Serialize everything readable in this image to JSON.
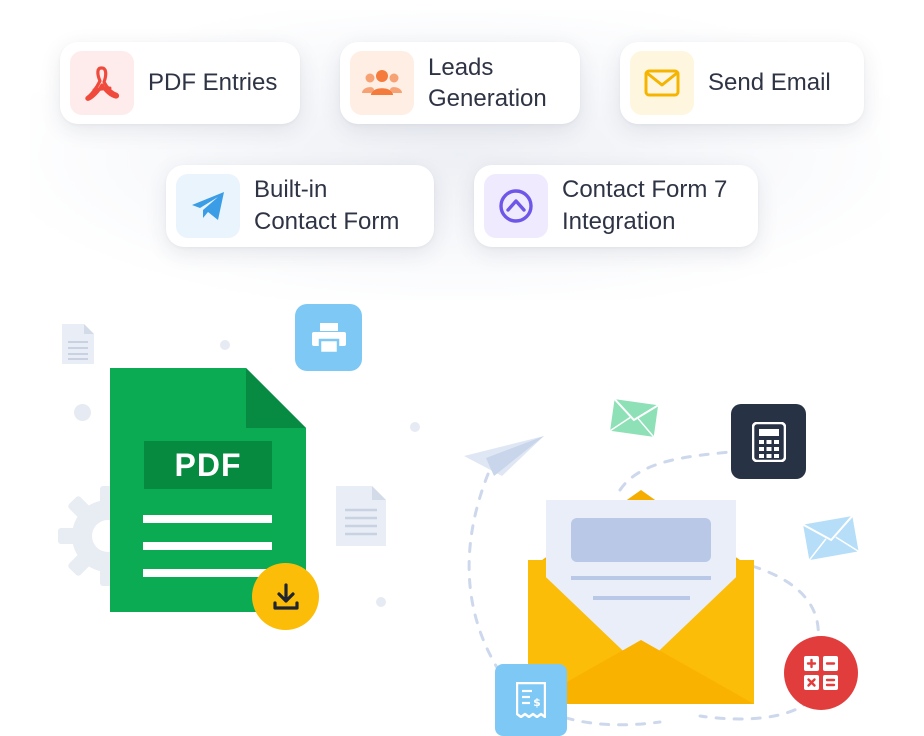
{
  "features": [
    {
      "id": "pdf-entries",
      "label_lines": [
        "PDF Entries"
      ],
      "icon": "pdf-icon",
      "icon_bg": "#fdeceb",
      "icon_color": "#ef4a3c"
    },
    {
      "id": "leads-generation",
      "label_lines": [
        "Leads",
        "Generation"
      ],
      "icon": "users-icon",
      "icon_bg": "#ffeee4",
      "icon_color": "#f47b3c"
    },
    {
      "id": "send-email",
      "label_lines": [
        "Send Email"
      ],
      "icon": "mail-icon",
      "icon_bg": "#fff6df",
      "icon_color": "#f5b400"
    },
    {
      "id": "built-in-contact-form",
      "label_lines": [
        "Built-in",
        "Contact Form"
      ],
      "icon": "telegram-icon",
      "icon_bg": "#eaf4fd",
      "icon_color": "#3b9de6"
    },
    {
      "id": "contact-form-7-integration",
      "label_lines": [
        "Contact Form 7",
        "Integration"
      ],
      "icon": "contact-form-7-icon",
      "icon_bg": "#efeafd",
      "icon_color": "#6d56e8"
    }
  ],
  "illustration": {
    "pdf_document_label": "PDF",
    "colors": {
      "pdf_green": "#0aab53",
      "pdf_green_dark": "#078a41",
      "envelope_yellow": "#fbbd08",
      "printer_blue": "#7ec8f5",
      "calculator_red": "#e23d3d",
      "calculator_dark": "#283245",
      "download_yellow": "#fbbd08"
    }
  }
}
